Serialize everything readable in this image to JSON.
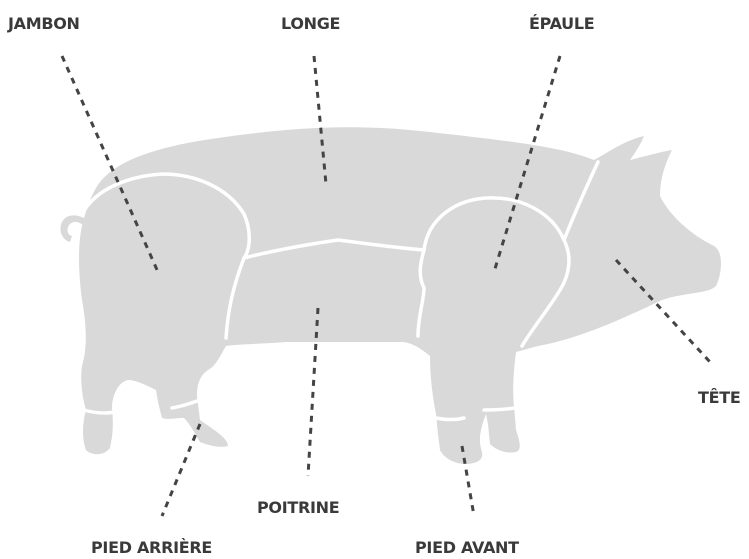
{
  "diagram": {
    "colors": {
      "body": "#d9d9d9",
      "seams": "#ffffff",
      "leader_lines": "#444444",
      "labels": "#3a3a3a"
    },
    "labels": {
      "jambon": "JAMBON",
      "longe": "LONGE",
      "epaule": "ÉPAULE",
      "tete": "TÊTE",
      "poitrine": "POITRINE",
      "pied_arriere": "PIED ARRIÈRE",
      "pied_avant": "PIED AVANT"
    }
  }
}
